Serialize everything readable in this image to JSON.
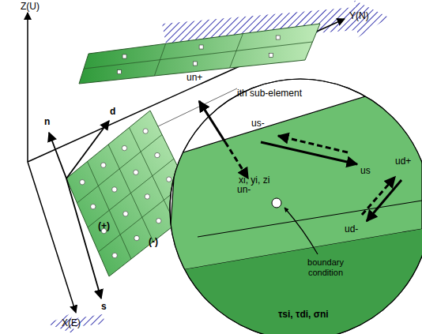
{
  "diagram": {
    "labels": [
      "Z(U)",
      "Y(N)",
      "X(E)",
      "ith sub-element",
      "d",
      "n",
      "s",
      "(+)",
      "(-)",
      "un+",
      "un-",
      "us-",
      "us",
      "ud+",
      "ud-",
      "xi, yi, zi",
      "boundary condition",
      "τsi, τdi, σni"
    ]
  }
}
